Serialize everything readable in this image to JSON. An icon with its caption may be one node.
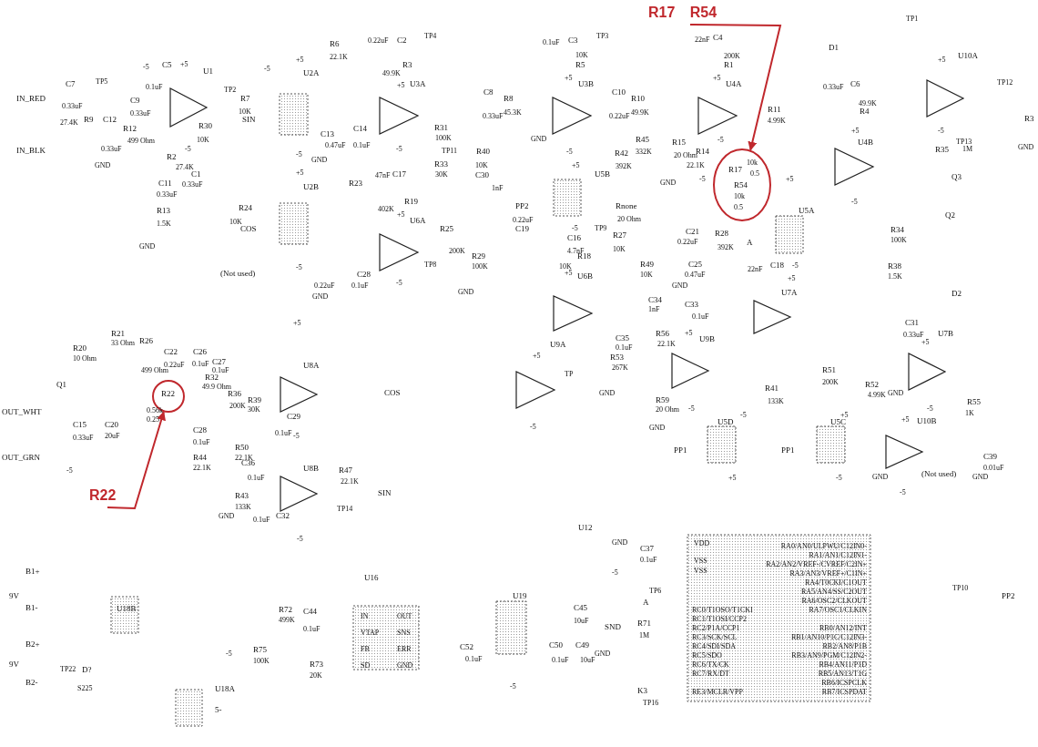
{
  "diagram": {
    "nodes": [
      {
        "text": [
          "R17 R54"
        ]
      },
      {
        "text": [],
        "shape": "circle"
      },
      {
        "text": [
          "R22"
        ]
      },
      {
        "text": [],
        "shape": "circle"
      }
    ],
    "edges": [
      {
        "from": 0,
        "to": 1,
        "arrow": "to"
      },
      {
        "from": 2,
        "to": 3,
        "arrow": "to"
      }
    ],
    "labels": [
      "IN_RED",
      "C7",
      "0.33uF",
      "TP5",
      "C9",
      "0.33uF",
      "-5",
      "C5",
      "0.1uF",
      "+5",
      "U1",
      "TP2",
      "R7",
      "10K",
      "R9",
      "27.4K",
      "C12",
      "0.33uF",
      "R12",
      "499 Ohm",
      "R30",
      "10K",
      "-5",
      "IN_BLK",
      "GND",
      "R2",
      "27.4K",
      "C1",
      "0.33uF",
      "C11",
      "0.33uF",
      "R13",
      "1.5K",
      "GND",
      "SIN",
      "R24",
      "10K",
      "COS",
      "(Not used)",
      "-5",
      "+5",
      "U2A",
      "-5",
      "+5",
      "U2B",
      "-5",
      "R6",
      "22.1K",
      "C13",
      "0.47uF",
      "GND",
      "0.22uF",
      "GND",
      "0.22uF",
      "C2",
      "TP4",
      "R3",
      "49.9K",
      "+5",
      "U3A",
      "C14",
      "0.1uF",
      "-5",
      "R31",
      "100K",
      "TP11",
      "R33",
      "30K",
      "R23",
      "47nF",
      "C17",
      "R19",
      "402K",
      "+5",
      "U6A",
      "TP8",
      "C28",
      "0.1uF",
      "-5",
      "C8",
      "0.33uF",
      "R8",
      "45.3K",
      "0.1uF",
      "C3",
      "TP3",
      "10K",
      "R5",
      "+5",
      "U3B",
      "GND",
      "-5",
      "C10",
      "0.22uF",
      "R10",
      "49.9K",
      "R40",
      "10K",
      "C30",
      "1nF",
      "+5",
      "U5B",
      "R42",
      "392K",
      "R45",
      "332K",
      "R15",
      "20 Ohm",
      "GND",
      "PP2",
      "Rnone",
      "20 Ohm",
      "-5",
      "0.22uF",
      "C19",
      "C16",
      "4.7nF",
      "TP9",
      "R27",
      "10K",
      "R25",
      "200K",
      "R29",
      "100K",
      "GND",
      "R18",
      "10K",
      "+5",
      "U6B",
      "R49",
      "10K",
      "C21",
      "0.22uF",
      "C25",
      "0.47uF",
      "GND",
      "22nF",
      "C4",
      "200K",
      "R1",
      "+5",
      "U4A",
      "-5",
      "R11",
      "4.99K",
      "TP1",
      "D1",
      "0.33uF",
      "C6",
      "49.9K",
      "R4",
      "U10A",
      "+5",
      "TP12",
      "R3",
      "GND",
      "-5",
      "+5",
      "U4B",
      "-5",
      "R14",
      "22.1K",
      "R17",
      "10k",
      "0.5",
      "-5",
      "R54",
      "10k",
      "0.5",
      "+5",
      "U5A",
      "A",
      "R28",
      "392K",
      "-5",
      "22nF",
      "C18",
      "+5",
      "U7A",
      "TP13",
      "R35",
      "1M",
      "Q3",
      "Q2",
      "R34",
      "100K",
      "R38",
      "1.5K",
      "D2",
      "R21",
      "33 Ohm",
      "+5",
      "R20",
      "10 Ohm",
      "R26",
      "499 Ohm",
      "C22",
      "0.22uF",
      "C26",
      "0.1uF",
      "C27",
      "0.1uF",
      "R32",
      "49.9 Ohm",
      "U8A",
      "Q1",
      "R36",
      "200K",
      "R39",
      "30K",
      "COS",
      "R22",
      "0.56k",
      "0.25",
      "OUT_WHT",
      "C29",
      "0.1uF",
      "-5",
      "C15",
      "0.33uF",
      "C20",
      "20uF",
      "C28",
      "0.1uF",
      "OUT_GRN",
      "-5",
      "R50",
      "22.1K",
      "C36",
      "0.1uF",
      "R44",
      "22.1K",
      "U8B",
      "R47",
      "22.1K",
      "R43",
      "133K",
      "C32",
      "0.1uF",
      "GND",
      "SIN",
      "TP14",
      "C34",
      "1nF",
      "C33",
      "0.1uF",
      "C35",
      "0.1uF",
      "+5",
      "R56",
      "22.1K",
      "U9B",
      "+5",
      "U9A",
      "R53",
      "267K",
      "TP",
      "GND",
      "R59",
      "20 Ohm",
      "-5",
      "-5",
      "GND",
      "C31",
      "0.33uF",
      "+5",
      "U7B",
      "R51",
      "200K",
      "GND",
      "-5",
      "R41",
      "133K",
      "R52",
      "4.99K",
      "R55",
      "1K",
      "-5",
      "U5D",
      "+5",
      "U5C",
      "+5",
      "U10B",
      "PP1",
      "PP1",
      "C39",
      "0.01uF",
      "(Not used)",
      "GND",
      "GND",
      "+5",
      "-5",
      "-5",
      "B1+",
      "9V",
      "B1-",
      "U18B",
      "B2+",
      "9V",
      "TP22",
      "D?",
      "B2-",
      "S225",
      "U18A",
      "5-",
      "-5",
      "U16",
      "R72",
      "499K",
      "C44",
      "0.1uF",
      "IN",
      "VTAP",
      "FB",
      "SD",
      "OUT",
      "SNS",
      "ERR",
      "GND",
      "-5",
      "R75",
      "100K",
      "R73",
      "20K",
      "U19",
      "C52",
      "0.1uF",
      "C45",
      "10uF",
      "C50",
      "0.1uF",
      "C49",
      "10uF",
      "GND",
      "-5",
      "U12",
      "GND",
      "C37",
      "0.1uF",
      "-5",
      "VDD",
      "VSS",
      "VSS",
      "RA0/AN0/ULPWU/C12IN0-",
      "RA1/AN1/C12IN1-",
      "RA2/AN2/VREF-/CVREF/C2IN+",
      "RA3/AN3/VREF+/C1IN+",
      "RA4/T0CKI/C1OUT",
      "RA5/AN4/SS/C2OUT",
      "RA6/OSC2/CLKOUT",
      "RA7/OSC1/CLKIN",
      "RB0/AN12/INT",
      "RB1/AN10/P1C/C12IN3-",
      "RB2/AN8/P1B",
      "RB3/AN9/PGM/C12IN2-",
      "RB4/AN11/P1D",
      "RB5/AN13/T1G",
      "RB6/ICSPCLK",
      "RB7/ICSPDAT",
      "RC0/T1OSO/T1CKI",
      "RC1/T1OSI/CCP2",
      "RC2/P1A/CCP1",
      "RC3/SCK/SCL",
      "RC4/SDI/SDA",
      "RC5/SDO",
      "RC6/TX/CK",
      "RC7/RX/DT",
      "RE3/MCLR/VPP",
      "TP6",
      "A",
      "SND",
      "R71",
      "1M",
      "K3",
      "TP16",
      "TP10",
      "PP2"
    ]
  }
}
